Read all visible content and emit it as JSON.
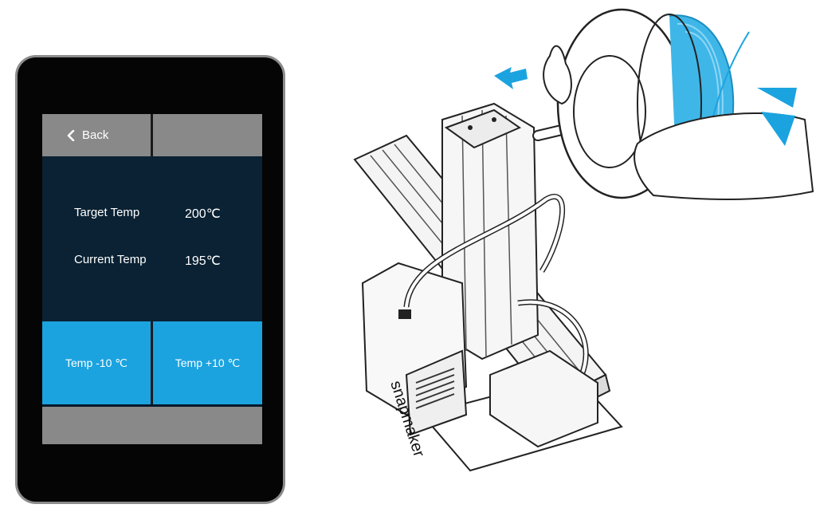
{
  "screen": {
    "back_label": "Back",
    "target_label": "Target Temp",
    "target_value": "200℃",
    "current_label": "Current Temp",
    "current_value": "195℃",
    "minus_label": "Temp -10 ℃",
    "plus_label": "Temp +10 ℃"
  },
  "illustration": {
    "brand_text": "snapmaker"
  },
  "colors": {
    "accent": "#1ba3e0",
    "filament": "#3fb6e8",
    "panel_bg": "#0a2233",
    "bar_gray": "#898989"
  }
}
